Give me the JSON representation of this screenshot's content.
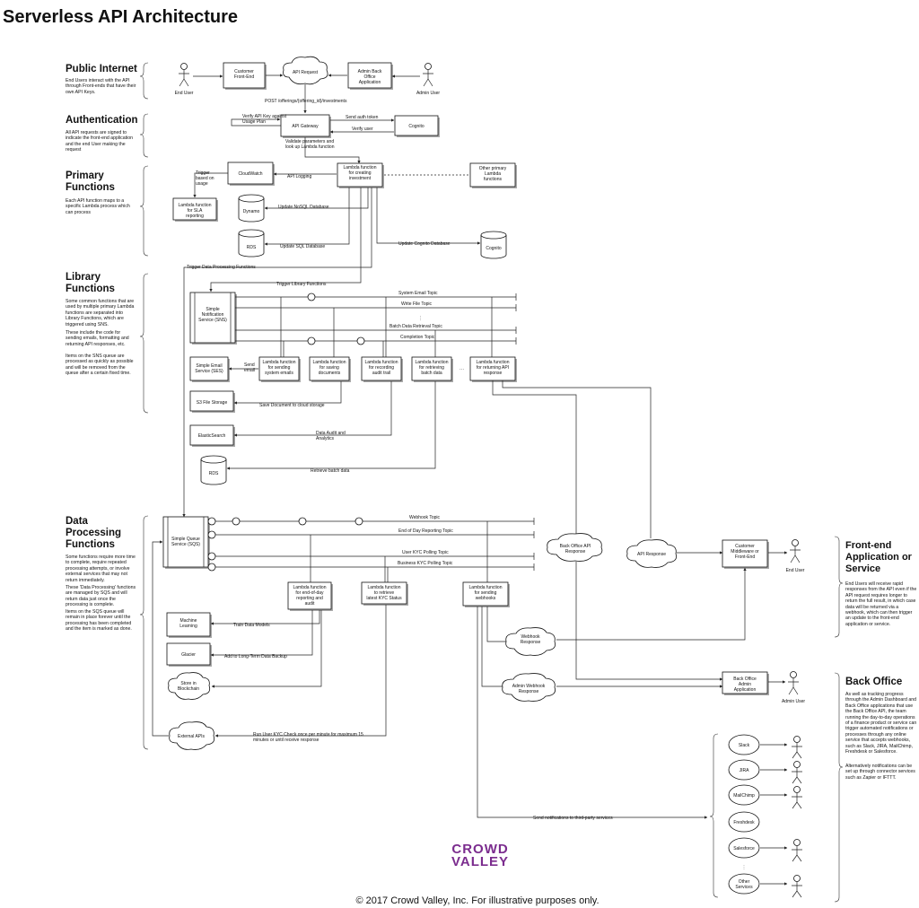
{
  "title": "Serverless API Architecture",
  "footer": "© 2017 Crowd Valley, Inc. For illustrative purposes only.",
  "logo": {
    "line1": "CROWD",
    "line2": "VALLEY",
    "color": "#7b2c8e"
  },
  "sections": {
    "public_internet": {
      "title": "Public Internet",
      "desc": "End Users interact with the API through Front-ends that have their own API Keys."
    },
    "authentication": {
      "title": "Authentication",
      "desc": "All API requests are signed to indicate the front-end application and the end User making the request"
    },
    "primary": {
      "title": "Primary Functions",
      "desc": "Each API function maps to a specific Lambda process which can process"
    },
    "library": {
      "title": "Library Functions",
      "desc1": "Some common functions that are used by multiple primary Lambda functions are separated into Library Functions, which are triggered using SNS.",
      "desc2": "These include the code for sending emails, formatting and returning API responses, etc.",
      "desc3": "Items on the SNS queue are processed as quickly as possible and will be removed from the queue after a certain fixed time."
    },
    "data_processing": {
      "title": "Data Processing Functions",
      "desc1": "Some functions require more time to complete, require repeated processing attempts, or involve external services that may not return immediately.",
      "desc2": "These 'Data Processing' functions are managed by SQS and will return data just once the processing is complete.",
      "desc3": "Items on the SQS queue will remain in place forever until the processing has been completed and the item is marked as done."
    },
    "frontend": {
      "title": "Front-end Application or Service",
      "desc": "End Users will receive rapid responses from the API even if the API request requires longer to return the full result, in which case data will be returned via a webhook, which can then trigger an update to the front-end application or service."
    },
    "backoffice": {
      "title": "Back Office",
      "desc1": "As well as tracking progress through the Admin Dashboard and Back Office applications that use the Back Office API, the team running the day-to-day operations of a finance product or service can trigger automated notifications or processes through any online service that accepts webhooks, such as Slack, JIRA, MailChimp, Freshdesk or Salesforce.",
      "desc2": "Alternatively notifications can be set up through connector services such as Zapier or IFTTT."
    }
  },
  "nodes": {
    "end_user_top": "End User",
    "customer_frontend": "Customer Front-End",
    "api_request": "API Request",
    "admin_backoffice_app": "Admin Back Office Application",
    "admin_user_top": "Admin User",
    "api_gateway": "API Gateway",
    "cognito_top": "Cognito",
    "cloudwatch": "CloudWatch",
    "lambda_create_investment": "Lambda function for creating investment",
    "other_primary": "Other primary Lambda functions",
    "lambda_sla": "Lambda function for SLA reporting",
    "dynamo": "Dynamo",
    "rds_top": "RDS",
    "cognito_db": "Cognito",
    "sns": "Simple Notification Service (SNS)",
    "ses": "Simple Email Service (SES)",
    "lambda_send_emails": "Lambda function for sending system emails",
    "lambda_save_docs": "Lambda function for saving documents",
    "lambda_audit": "Lambda function for recording audit trail",
    "lambda_batch": "Lambda function for retrieving batch data",
    "lambda_api_response": "Lambda function for returning API response",
    "s3": "S3 File Storage",
    "elasticsearch": "ElasticSearch",
    "rds_mid": "RDS",
    "sqs": "Simple Queue Service (SQS)",
    "lambda_eod": "Lambda function for end-of-day reporting and audit",
    "lambda_kyc": "Lambda function to retrieve latest KYC Status",
    "lambda_webhooks": "Lambda function for sending webhooks",
    "machine_learning": "Machine Learning",
    "glacier": "Glacier",
    "blockchain": "Store in Blockchain",
    "external_apis": "External APIs",
    "backoffice_api_response": "Back Office API Response",
    "api_response": "API Response",
    "customer_middleware": "Customer Middleware or Front-End",
    "end_user_right": "End User",
    "webhook_response": "Webhook Response",
    "admin_webhook_response": "Admin Webhook Response",
    "backoffice_admin_app": "Back Office Admin Application",
    "admin_user_right": "Admin User",
    "slack": "Slack",
    "jira": "JIRA",
    "mailchimp": "MailChimp",
    "freshdesk": "Freshdesk",
    "salesforce": "Salesforce",
    "other_services": "Other Services"
  },
  "edge_labels": {
    "post": "POST /offerings/{offering_id}/investments",
    "verify_key": "Verify API Key against Usage Plan",
    "send_auth": "Send auth token",
    "verify_user": "Verify user",
    "validate": "Validate parameters and look up Lambda function",
    "trigger_usage": "Trigger based on usage",
    "api_logging": "API Logging",
    "update_nosql": "Update NoSQL Database",
    "update_sql": "Update SQL Database",
    "update_cognito": "Update Cognito Database",
    "trigger_dp": "Trigger Data Processing Functions",
    "trigger_lib": "Trigger Library Functions",
    "send_email": "Send email",
    "save_doc": "Save Document to cloud storage",
    "data_audit": "Data Audit and Analytics",
    "retrieve_batch": "Retrieve batch data",
    "train": "Train Data Models",
    "long_term": "Add to Long-Term Data Backup",
    "kyc_check": "Run User KYC Check once per minute for maximum 15 minutes or until receive response",
    "send_third": "Send notifications to third-party services"
  },
  "topics": {
    "sns": [
      "System Email Topic",
      "Write File Topic",
      "Batch Data Retrieval Topic",
      "Completion Topic"
    ],
    "sqs": [
      "Webhook Topic",
      "End of Day Reporting Topic",
      "User KYC Polling Topic",
      "Business KYC Polling Topic"
    ]
  }
}
